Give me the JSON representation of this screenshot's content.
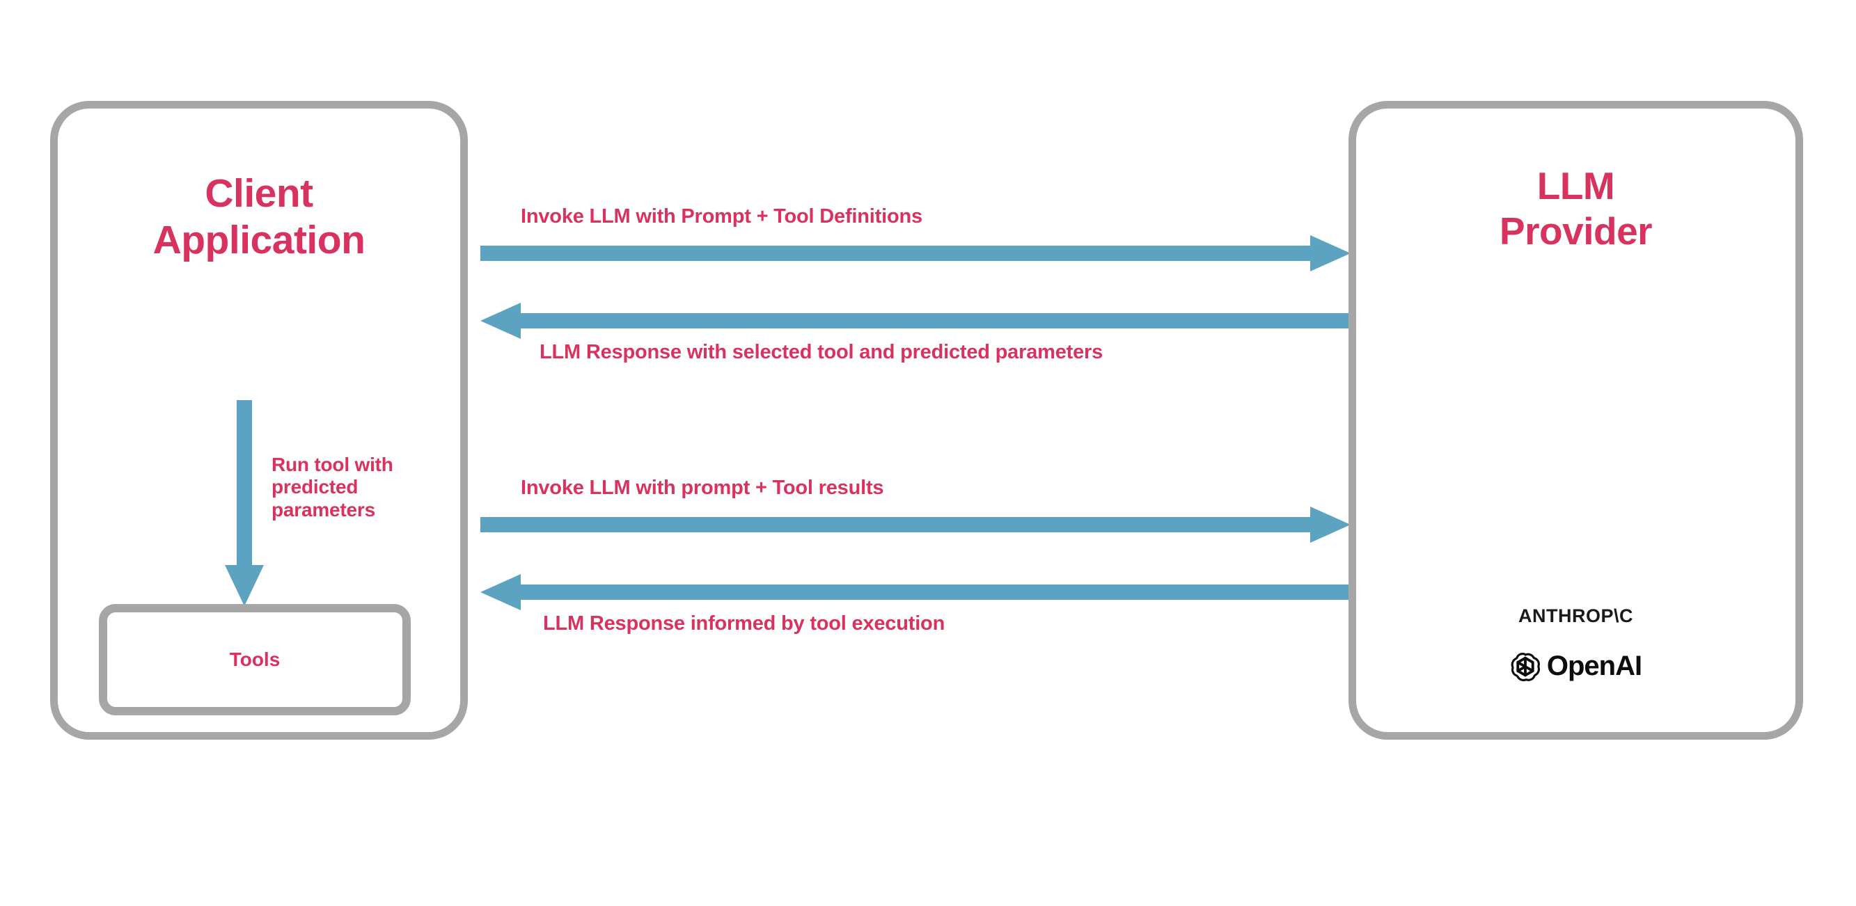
{
  "diagram": {
    "title": "LLM tool-calling sequence between client application and LLM provider",
    "colors": {
      "accent_text": "#d8325f",
      "box_border": "#a6a6a6",
      "arrow": "#5ba3c0",
      "logo_text": "#0d0d0d",
      "background": "#ffffff"
    }
  },
  "client": {
    "title_line1": "Client",
    "title_line2": "Application",
    "tools_label": "Tools",
    "internal_arrow_label_line1": "Run tool with",
    "internal_arrow_label_line2": "predicted",
    "internal_arrow_label_line3": "parameters"
  },
  "provider": {
    "title_line1": "LLM",
    "title_line2": "Provider",
    "logos": [
      {
        "name": "anthropic-logo",
        "text": "ANTHROP\\C"
      },
      {
        "name": "openai-logo",
        "text": "OpenAI"
      }
    ]
  },
  "messages": [
    {
      "id": "invoke-1",
      "label": "Invoke LLM with Prompt + Tool Definitions",
      "direction": "right"
    },
    {
      "id": "response-1",
      "label": "LLM Response with selected tool and predicted parameters",
      "direction": "left"
    },
    {
      "id": "invoke-2",
      "label": "Invoke LLM with prompt + Tool results",
      "direction": "right"
    },
    {
      "id": "response-2",
      "label": "LLM Response informed by tool execution",
      "direction": "left"
    }
  ]
}
